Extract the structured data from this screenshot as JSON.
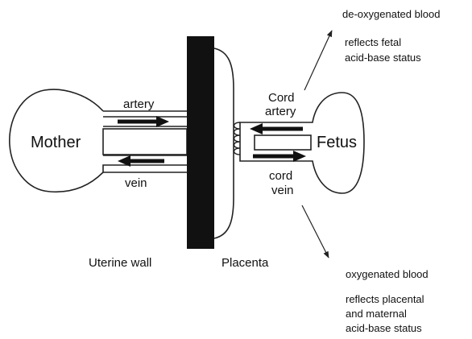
{
  "labels": {
    "mother": "Mother",
    "fetus": "Fetus",
    "artery": "artery",
    "vein": "vein",
    "cord_artery_line1": "Cord",
    "cord_artery_line2": "artery",
    "cord_vein_line1": "cord",
    "cord_vein_line2": "vein",
    "uterine_wall": "Uterine wall",
    "placenta": "Placenta"
  },
  "annotations": {
    "top_title": "de-oxygenated blood",
    "top_line1": "reflects fetal",
    "top_line2": "acid-base status",
    "bottom_title": "oxygenated blood",
    "bottom_line1": "reflects placental",
    "bottom_line2": "and maternal",
    "bottom_line3": "acid-base status"
  },
  "colors": {
    "stroke": "#222222",
    "wall_fill": "#111111",
    "background": "#ffffff"
  }
}
